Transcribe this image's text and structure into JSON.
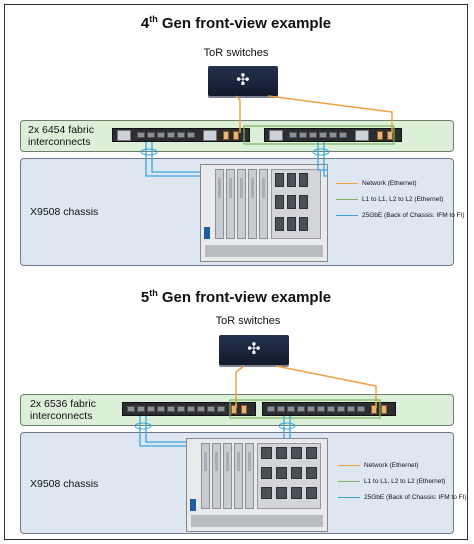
{
  "gen4": {
    "title_prefix": "4",
    "title_sup": "th",
    "title_rest": " Gen front-view example",
    "tor_label": "ToR switches",
    "fi_label_line1": "2x 6454 fabric",
    "fi_label_line2": "interconnects",
    "chassis_label": "X9508 chassis",
    "legend": [
      {
        "label": "Network (Ethernet)",
        "color": "#f0a040"
      },
      {
        "label": "L1 to L1, L2 to L2 (Ethernet)",
        "color": "#7ab55c"
      },
      {
        "label": "25GbE (Back of Chassis: IFM to FI)",
        "color": "#3aa7dc"
      }
    ]
  },
  "gen5": {
    "title_prefix": "5",
    "title_sup": "th",
    "title_rest": " Gen front-view example",
    "tor_label": "ToR switches",
    "fi_label_line1": "2x 6536 fabric",
    "fi_label_line2": "interconnects",
    "chassis_label": "X9508 chassis",
    "legend": [
      {
        "label": "Network (Ethernet)",
        "color": "#f0a040"
      },
      {
        "label": "L1 to L1, L2 to L2 (Ethernet)",
        "color": "#7ab55c"
      },
      {
        "label": "25GbE (Back of Chassis: IFM to FI)",
        "color": "#3aa7dc"
      }
    ]
  },
  "icons": {
    "switch_glyph": "✣"
  }
}
